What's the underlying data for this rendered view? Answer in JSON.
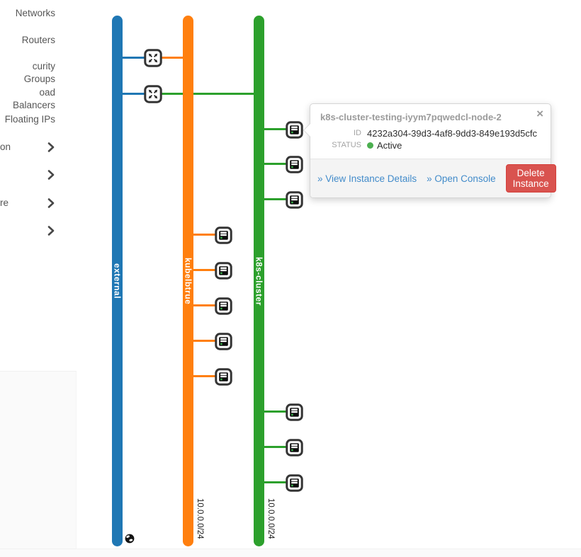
{
  "sidebar": {
    "items": [
      {
        "label": "Networks",
        "chevron": false
      },
      {
        "label": "Routers",
        "chevron": false
      },
      {
        "label": "curity Groups",
        "chevron": false
      },
      {
        "label": "oad Balancers",
        "chevron": false
      },
      {
        "label": "Floating IPs",
        "chevron": false
      },
      {
        "label": "on",
        "chevron": true
      },
      {
        "label": "",
        "chevron": true
      },
      {
        "label": "re",
        "chevron": true
      },
      {
        "label": "",
        "chevron": true
      }
    ]
  },
  "topology": {
    "networks": [
      {
        "name": "external",
        "color": "#1f77b4",
        "subnet": ""
      },
      {
        "name": "kubelbtrue",
        "color": "#ff7f0e",
        "subnet": "10.0.0.0/24"
      },
      {
        "name": "k8s-cluster",
        "color": "#2ca02c",
        "subnet": "10.0.0.0/24"
      }
    ],
    "router_count": 2,
    "instance_count_kubelbtrue": 5,
    "instance_count_k8s_cluster": 6
  },
  "popover": {
    "title": "k8s-cluster-testing-iyym7pqwedcl-node-2",
    "close_label": "×",
    "id_label": "ID",
    "id_value": "4232a304-39d3-4af8-9dd3-849e193d5cfc",
    "status_label": "STATUS",
    "status_value": "Active",
    "status_color": "#4caf50",
    "link_details": "» View Instance Details",
    "link_console": "» Open Console",
    "link_color": "#428bca",
    "delete_label": "Delete Instance",
    "delete_color": "#d9534f"
  }
}
